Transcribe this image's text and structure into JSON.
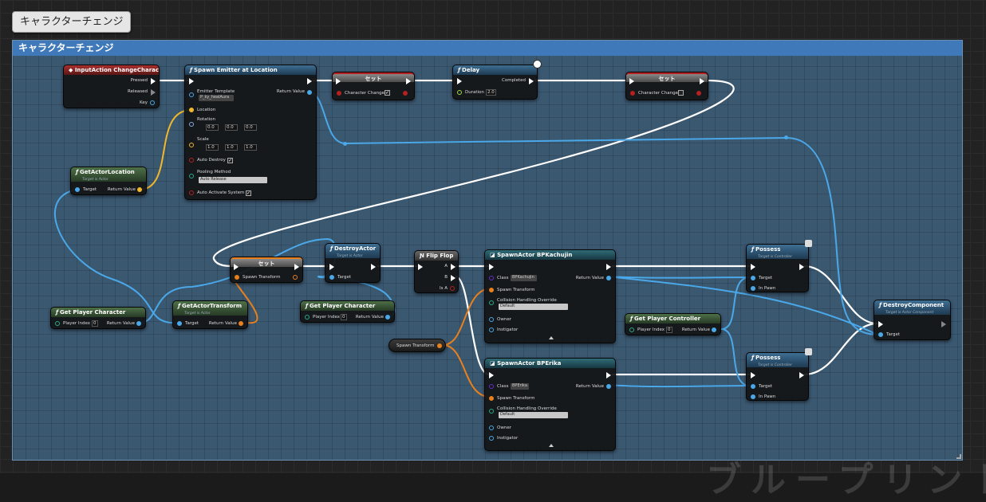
{
  "comment_bubble": "キャラクターチェンジ",
  "comment_title": "キャラクターチェンジ",
  "watermark": "ブループリント",
  "colors": {
    "exec": "#ffffff",
    "object": "#4aa8e8",
    "vector": "#f0b82a",
    "transform": "#e8801e",
    "bool": "#b52020",
    "class": "#6a2ad0",
    "float": "#9fd83a",
    "byte": "#2aa88a"
  },
  "nodes": {
    "input_action": {
      "title": "InputAction ChangeCharacter",
      "pressed": "Pressed",
      "released": "Released",
      "key": "Key"
    },
    "spawn_emitter": {
      "title": "Spawn Emitter at Location",
      "emitter_template": "Emitter Template",
      "emitter_value": "P_ky_healAura",
      "return_value": "Return Value",
      "location": "Location",
      "rotation": "Rotation",
      "rot_x": "0.0",
      "rot_y": "0.0",
      "rot_z": "0.0",
      "scale": "Scale",
      "scale_x": "1.0",
      "scale_y": "1.0",
      "scale_z": "1.0",
      "auto_destroy": "Auto Destroy",
      "pooling_method": "Pooling Method",
      "pooling_value": "Auto Release",
      "auto_activate": "Auto Activate System"
    },
    "set1": {
      "title": "セット",
      "pin": "Character Change"
    },
    "delay": {
      "title": "Delay",
      "completed": "Completed",
      "duration": "Duration",
      "duration_value": "2.0"
    },
    "set2": {
      "title": "セット",
      "pin": "Character Change"
    },
    "get_actor_location": {
      "title": "GetActorLocation",
      "subtitle": "Target is Actor",
      "target": "Target",
      "return_value": "Return Value"
    },
    "set3": {
      "title": "セット",
      "pin": "Spawn Transform"
    },
    "destroy_actor": {
      "title": "DestroyActor",
      "subtitle": "Target is Actor",
      "target": "Target"
    },
    "flip_flop": {
      "title": "Flip Flop",
      "a": "A",
      "b": "B",
      "is_a": "Is A"
    },
    "spawn_kachujin": {
      "title": "SpawnActor BPKachujin",
      "class": "Class",
      "class_value": "BPKachujin",
      "return_value": "Return Value",
      "spawn_transform": "Spawn Transform",
      "collision": "Collision Handling Override",
      "collision_value": "Default",
      "owner": "Owner",
      "instigator": "Instigator"
    },
    "spawn_erika": {
      "title": "SpawnActor BPErika",
      "class": "Class",
      "class_value": "BPErika",
      "return_value": "Return Value",
      "spawn_transform": "Spawn Transform",
      "collision": "Collision Handling Override",
      "collision_value": "Default",
      "owner": "Owner",
      "instigator": "Instigator"
    },
    "possess1": {
      "title": "Possess",
      "subtitle": "Target is Controller",
      "target": "Target",
      "in_pawn": "In Pawn"
    },
    "possess2": {
      "title": "Possess",
      "subtitle": "Target is Controller",
      "target": "Target",
      "in_pawn": "In Pawn"
    },
    "destroy_component": {
      "title": "DestroyComponent",
      "subtitle": "Target is Actor Component",
      "target": "Target"
    },
    "get_player_character1": {
      "title": "Get Player Character",
      "player_index": "Player Index",
      "index_value": "0",
      "return_value": "Return Value"
    },
    "get_actor_transform": {
      "title": "GetActorTransform",
      "subtitle": "Target is Actor",
      "target": "Target",
      "return_value": "Return Value"
    },
    "get_player_character2": {
      "title": "Get Player Character",
      "player_index": "Player Index",
      "index_value": "0",
      "return_value": "Return Value"
    },
    "spawn_transform_var": {
      "title": "Spawn Transform"
    },
    "get_player_controller": {
      "title": "Get Player Controller",
      "player_index": "Player Index",
      "index_value": "0",
      "return_value": "Return Value"
    }
  }
}
